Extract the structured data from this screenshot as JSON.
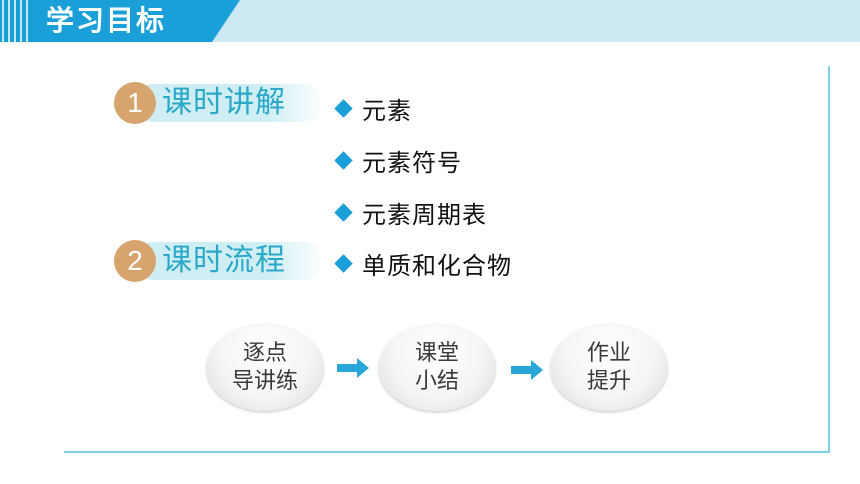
{
  "header": {
    "title": "学习目标"
  },
  "sections": [
    {
      "number": "1",
      "label": "课时讲解"
    },
    {
      "number": "2",
      "label": "课时流程"
    }
  ],
  "topics": [
    "元素",
    "元素符号",
    "元素周期表",
    "单质和化合物"
  ],
  "flow": [
    {
      "line1": "逐点",
      "line2": "导讲练"
    },
    {
      "line1": "课堂",
      "line2": "小结"
    },
    {
      "line1": "作业",
      "line2": "提升"
    }
  ],
  "colors": {
    "accent_blue": "#1a9fd9",
    "header_band": "#cde9f3",
    "badge_tan": "#d6a46c",
    "section_text": "#2aa7c9",
    "frame_line": "#7fd0ea",
    "arrow": "#2aa7d9"
  }
}
